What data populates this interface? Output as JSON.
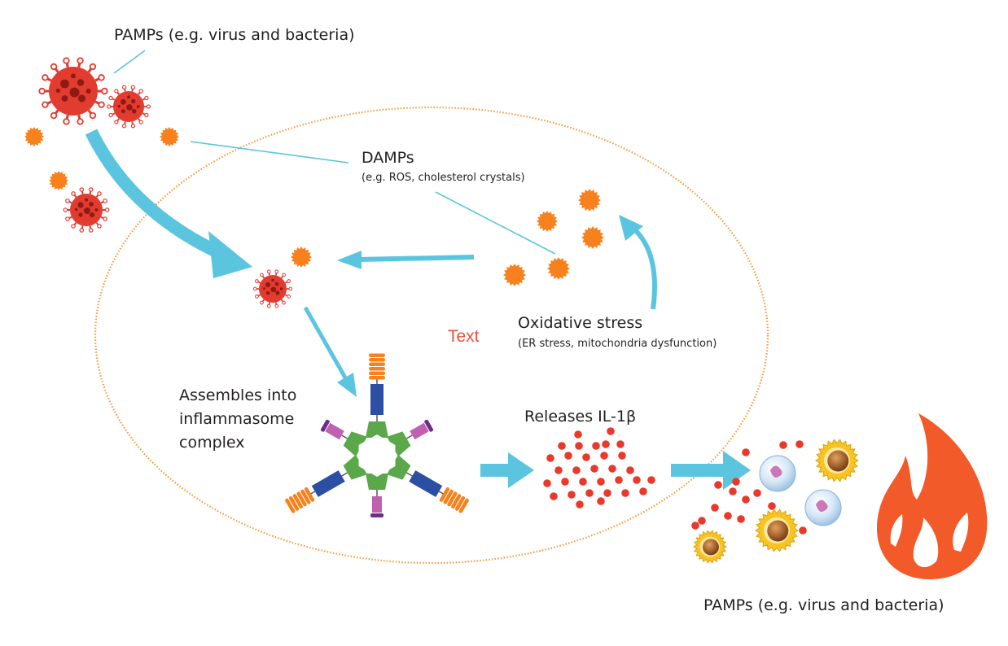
{
  "labels": {
    "pamps_top": "PAMPs (e.g. virus and bacteria)",
    "damps_title": "DAMPs",
    "damps_sub": "(e.g. ROS, cholesterol crystals)",
    "oxidative_title": "Oxidative stress",
    "oxidative_sub": "(ER stress, mitochondria dysfunction)",
    "placeholder_text": "Text",
    "assembles_line1": "Assembles into",
    "assembles_line2": "inflammasome",
    "assembles_line3": "complex",
    "releases": "Releases IL-1β",
    "pamps_bottom": "PAMPs (e.g. virus and bacteria)"
  },
  "colors": {
    "arrow": "#5bc5df",
    "pointer_line": "#5bc5df",
    "cell_membrane": "#f39a3c",
    "virus": "#e23b2f",
    "damp": "#f7821d",
    "il1b_dot": "#e8392b",
    "flame": "#f25a29",
    "placeholder_text": "#e8533f",
    "hexagon": "#5aa84a",
    "card_domain": "#2a4fa3",
    "pyrin_domain": "#c060b0",
    "nacht_tip": "#f7821d"
  },
  "icons": {
    "virus": "virus-icon",
    "damp": "damp-particle-icon",
    "inflammasome": "inflammasome-icon",
    "il1b": "il1b-dot-icon",
    "immune_cell": "immune-cell-icon",
    "flame": "inflammation-flame-icon"
  }
}
